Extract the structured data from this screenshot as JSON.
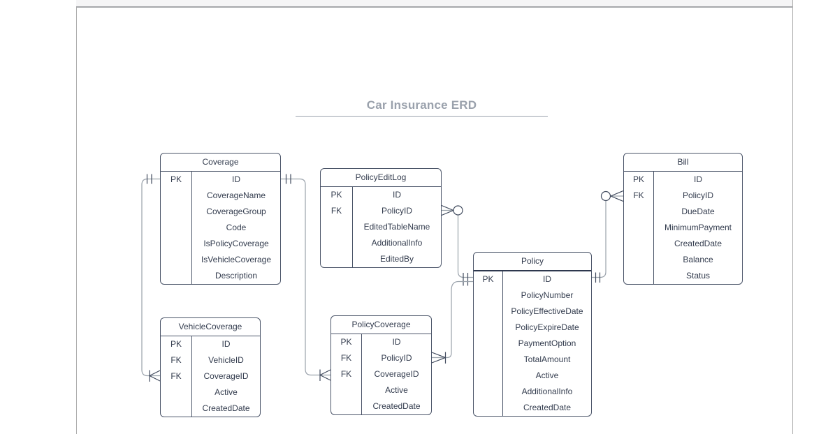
{
  "page": {
    "title": "Car Insurance ERD"
  },
  "colors": {
    "title_text": "#9aa1ac",
    "entity_border": "#4a5468",
    "entity_text": "#333c4e",
    "relationship_line": "#9aa2ab",
    "cardinality_mark": "#414b5e",
    "frame_line": "#aeaeae",
    "offpage_bar": "#f5f5f6"
  },
  "entities": [
    {
      "name": "Coverage",
      "rows": [
        [
          "PK",
          "ID"
        ],
        [
          "",
          "CoverageName"
        ],
        [
          "",
          "CoverageGroup"
        ],
        [
          "",
          "Code"
        ],
        [
          "",
          "IsPolicyCoverage"
        ],
        [
          "",
          "IsVehicleCoverage"
        ],
        [
          "",
          "Description"
        ]
      ]
    },
    {
      "name": "PolicyEditLog",
      "rows": [
        [
          "PK",
          "ID"
        ],
        [
          "FK",
          "PolicyID"
        ],
        [
          "",
          "EditedTableName"
        ],
        [
          "",
          "AdditionalInfo"
        ],
        [
          "",
          "EditedBy"
        ]
      ]
    },
    {
      "name": "Bill",
      "rows": [
        [
          "PK",
          "ID"
        ],
        [
          "FK",
          "PolicyID"
        ],
        [
          "",
          "DueDate"
        ],
        [
          "",
          "MinimumPayment"
        ],
        [
          "",
          "CreatedDate"
        ],
        [
          "",
          "Balance"
        ],
        [
          "",
          "Status"
        ]
      ]
    },
    {
      "name": "Policy",
      "rows": [
        [
          "PK",
          "ID"
        ],
        [
          "",
          "PolicyNumber"
        ],
        [
          "",
          "PolicyEffectiveDate"
        ],
        [
          "",
          "PolicyExpireDate"
        ],
        [
          "",
          "PaymentOption"
        ],
        [
          "",
          "TotalAmount"
        ],
        [
          "",
          "Active"
        ],
        [
          "",
          "AdditionalInfo"
        ],
        [
          "",
          "CreatedDate"
        ]
      ]
    },
    {
      "name": "VehicleCoverage",
      "rows": [
        [
          "PK",
          "ID"
        ],
        [
          "FK",
          "VehicleID"
        ],
        [
          "FK",
          "CoverageID"
        ],
        [
          "",
          "Active"
        ],
        [
          "",
          "CreatedDate"
        ]
      ]
    },
    {
      "name": "PolicyCoverage",
      "rows": [
        [
          "PK",
          "ID"
        ],
        [
          "FK",
          "PolicyID"
        ],
        [
          "FK",
          "CoverageID"
        ],
        [
          "",
          "Active"
        ],
        [
          "",
          "CreatedDate"
        ]
      ]
    }
  ],
  "connectors": [
    {
      "from": "Coverage.ID",
      "to": "VehicleCoverage.CoverageID",
      "from_cardinality": "one-and-only-one",
      "to_cardinality": "one-or-many"
    },
    {
      "from": "Coverage.ID",
      "to": "PolicyCoverage.CoverageID",
      "from_cardinality": "one-and-only-one",
      "to_cardinality": "one-or-many"
    },
    {
      "from": "Policy.ID",
      "to": "PolicyEditLog.PolicyID",
      "from_cardinality": "one-and-only-one",
      "to_cardinality": "zero-or-many"
    },
    {
      "from": "Policy.ID",
      "to": "PolicyCoverage.PolicyID",
      "from_cardinality": "one-and-only-one",
      "to_cardinality": "one-or-many"
    },
    {
      "from": "Policy.ID",
      "to": "Bill.PolicyID",
      "from_cardinality": "one-and-only-one",
      "to_cardinality": "zero-or-many"
    }
  ]
}
